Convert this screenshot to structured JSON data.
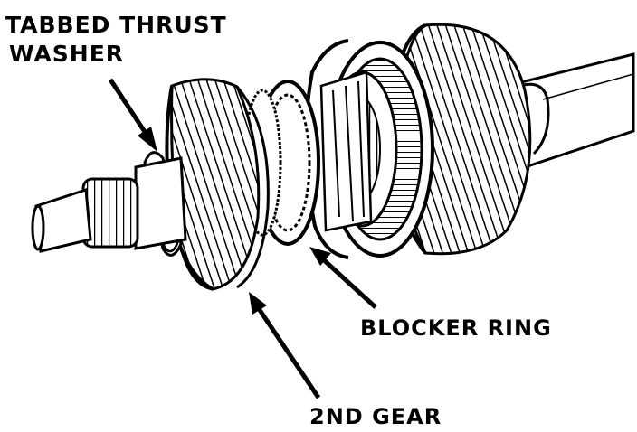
{
  "labels": {
    "washer_line1": "TABBED THRUST",
    "washer_line2": "WASHER",
    "blocker_ring": "BLOCKER RING",
    "second_gear": "2ND GEAR"
  },
  "colors": {
    "ink": "#000000",
    "paper": "#ffffff"
  }
}
